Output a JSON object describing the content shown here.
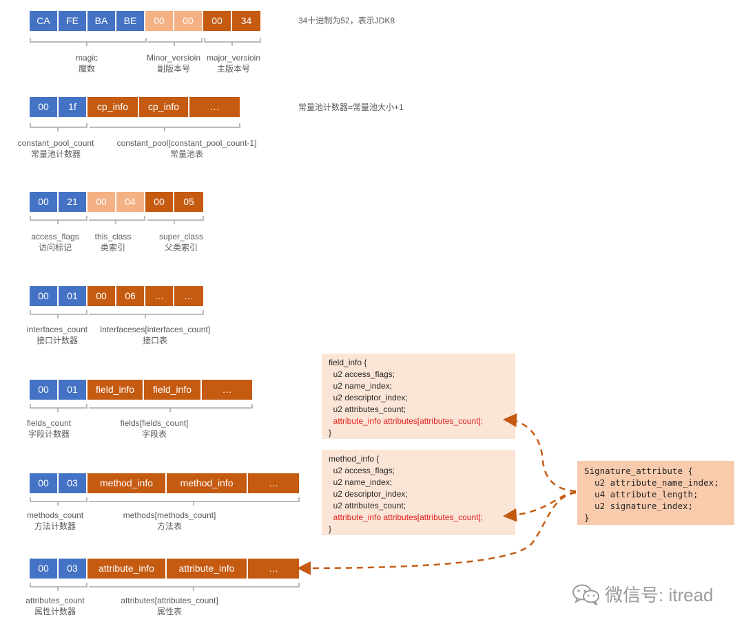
{
  "rows": [
    {
      "id": "magic",
      "cells": [
        {
          "text": "CA",
          "color": "blue"
        },
        {
          "text": "FE",
          "color": "blue"
        },
        {
          "text": "BA",
          "color": "blue"
        },
        {
          "text": "BE",
          "color": "blue"
        },
        {
          "text": "00",
          "color": "peach"
        },
        {
          "text": "00",
          "color": "peach"
        },
        {
          "text": "00",
          "color": "orange"
        },
        {
          "text": "34",
          "color": "orange"
        }
      ],
      "groups": [
        {
          "label": "magic",
          "sub": "魔数"
        },
        {
          "label": "Minor_versioin",
          "sub": "副版本号"
        },
        {
          "label": "major_versioin",
          "sub": "主版本号"
        }
      ],
      "note": "34十进制为52，表示JDK8"
    },
    {
      "id": "constant-pool",
      "cells": [
        {
          "text": "00",
          "color": "blue"
        },
        {
          "text": "1f",
          "color": "blue"
        },
        {
          "text": "cp_info",
          "color": "orange"
        },
        {
          "text": "cp_info",
          "color": "orange"
        },
        {
          "text": "…",
          "color": "orange"
        }
      ],
      "groups": [
        {
          "label": "constant_pool_count",
          "sub": "常量池计数器"
        },
        {
          "label": "constant_pool[constant_pool_count-1]",
          "sub": "常量池表"
        }
      ],
      "note": "常量池计数器=常量池大小+1"
    },
    {
      "id": "access",
      "cells": [
        {
          "text": "00",
          "color": "blue"
        },
        {
          "text": "21",
          "color": "blue"
        },
        {
          "text": "00",
          "color": "peach"
        },
        {
          "text": "04",
          "color": "peach"
        },
        {
          "text": "00",
          "color": "orange"
        },
        {
          "text": "05",
          "color": "orange"
        }
      ],
      "groups": [
        {
          "label": "access_flags",
          "sub": "访问标记"
        },
        {
          "label": "this_class",
          "sub": "类索引"
        },
        {
          "label": "super_class",
          "sub": "父类索引"
        }
      ]
    },
    {
      "id": "interfaces",
      "cells": [
        {
          "text": "00",
          "color": "blue"
        },
        {
          "text": "01",
          "color": "blue"
        },
        {
          "text": "00",
          "color": "orange"
        },
        {
          "text": "06",
          "color": "orange"
        },
        {
          "text": "…",
          "color": "orange"
        },
        {
          "text": "…",
          "color": "orange"
        }
      ],
      "groups": [
        {
          "label": "interfaces_count",
          "sub": "接口计数器"
        },
        {
          "label": "Interfaceses[interfaces_count]",
          "sub": "接口表"
        }
      ]
    },
    {
      "id": "fields",
      "cells": [
        {
          "text": "00",
          "color": "blue"
        },
        {
          "text": "01",
          "color": "blue"
        },
        {
          "text": "field_info",
          "color": "orange"
        },
        {
          "text": "field_info",
          "color": "orange"
        },
        {
          "text": "…",
          "color": "orange"
        }
      ],
      "groups": [
        {
          "label": "fields_count",
          "sub": "字段计数器"
        },
        {
          "label": "fields[fields_count]",
          "sub": "字段表"
        }
      ]
    },
    {
      "id": "methods",
      "cells": [
        {
          "text": "00",
          "color": "blue"
        },
        {
          "text": "03",
          "color": "blue"
        },
        {
          "text": "method_info",
          "color": "orange"
        },
        {
          "text": "method_info",
          "color": "orange"
        },
        {
          "text": "…",
          "color": "orange"
        }
      ],
      "groups": [
        {
          "label": "methods_count",
          "sub": "方法计数器"
        },
        {
          "label": "methods[methods_count]",
          "sub": "方法表"
        }
      ]
    },
    {
      "id": "attributes",
      "cells": [
        {
          "text": "00",
          "color": "blue"
        },
        {
          "text": "03",
          "color": "blue"
        },
        {
          "text": "attribute_info",
          "color": "orange"
        },
        {
          "text": "attribute_info",
          "color": "orange"
        },
        {
          "text": "…",
          "color": "orange"
        }
      ],
      "groups": [
        {
          "label": "attributes_count",
          "sub": "属性计数器"
        },
        {
          "label": "attributes[attributes_count]",
          "sub": "属性表"
        }
      ]
    }
  ],
  "field_info": {
    "lines": [
      "field_info {",
      "  u2 access_flags;",
      "  u2 name_index;",
      "  u2 descriptor_index;",
      "  u2 attributes_count;"
    ],
    "highlight": "  attribute_info attributes[attributes_count];",
    "end": "}"
  },
  "method_info": {
    "lines": [
      "method_info {",
      "  u2 access_flags;",
      "  u2 name_index;",
      "  u2 descriptor_index;",
      "  u2 attributes_count;"
    ],
    "highlight": "  attribute_info attributes[attributes_count];",
    "end": "}"
  },
  "signature_attribute": {
    "lines": [
      "Signature_attribute {",
      "  u2 attribute_name_index;",
      "  u4 attribute_length;",
      "  u2 signature_index;",
      "}"
    ]
  },
  "watermark": {
    "text": "微信号: itread"
  },
  "colors": {
    "blue": "#4472c4",
    "orange": "#c55a11",
    "peach": "#f4b183",
    "arrow": "#c55a11",
    "highlight": "#e02020"
  }
}
